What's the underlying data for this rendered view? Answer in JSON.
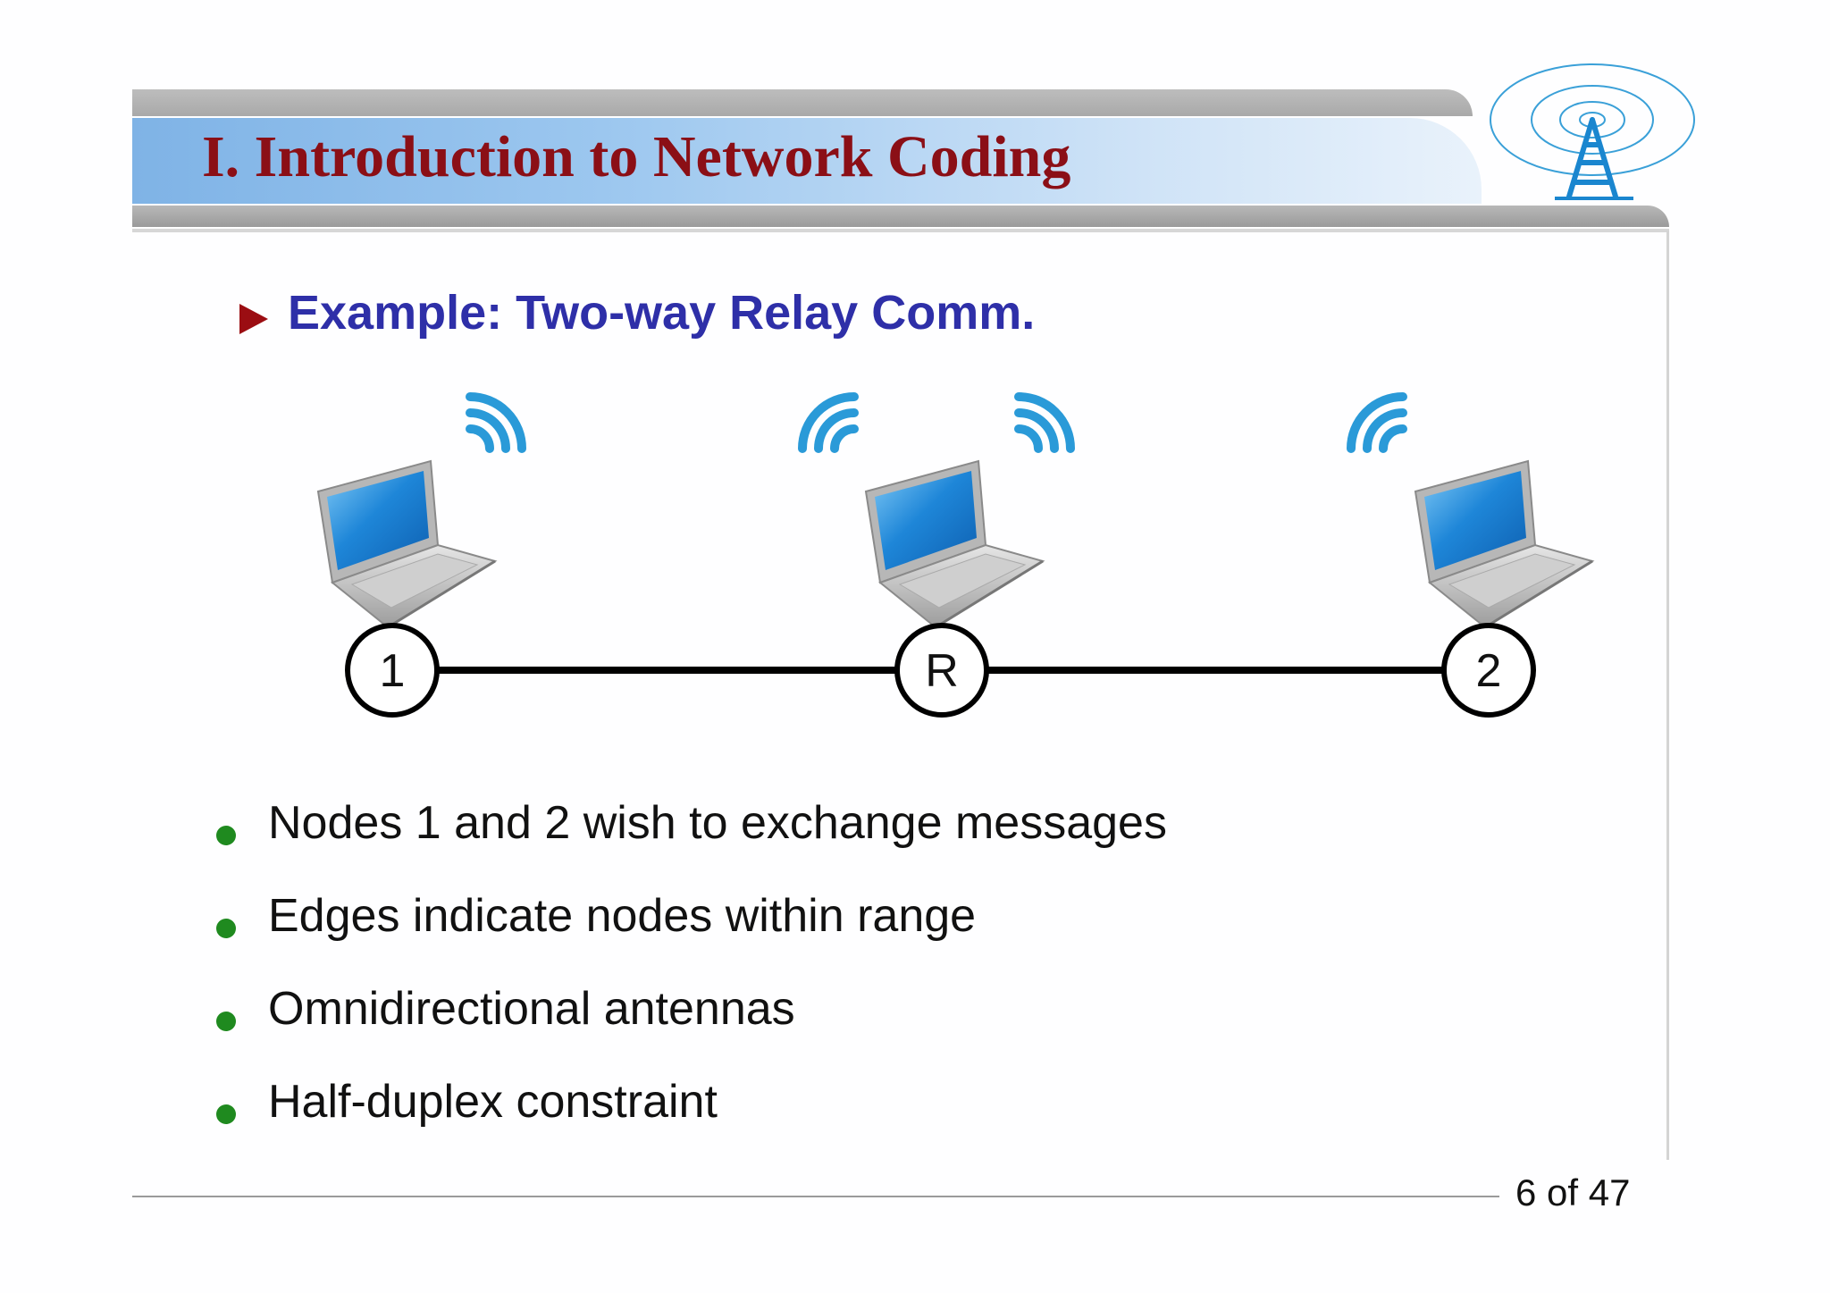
{
  "slide": {
    "title": "I. Introduction to Network Coding",
    "subtitle": "Example: Two-way Relay Comm.",
    "diagram": {
      "nodes": [
        {
          "label": "1"
        },
        {
          "label": "R"
        },
        {
          "label": "2"
        }
      ]
    },
    "bullets": [
      "Nodes 1 and 2 wish to exchange messages",
      "Edges indicate nodes within range",
      "Omnidirectional antennas",
      "Half-duplex constraint"
    ],
    "page_indicator": "6 of 47"
  },
  "icons": [
    "tower-logo-icon",
    "laptop-icon",
    "wifi-signal-icon",
    "bullet-arrow-icon",
    "bullet-dot-icon"
  ],
  "colors": {
    "title": "#8b0f16",
    "subtitle": "#2e2fa8",
    "header_blue": "#9cc7ef",
    "bullet_dot": "#1f8a1f",
    "wifi": "#2a9ad8",
    "laptop_screen": "#1e86d8"
  }
}
